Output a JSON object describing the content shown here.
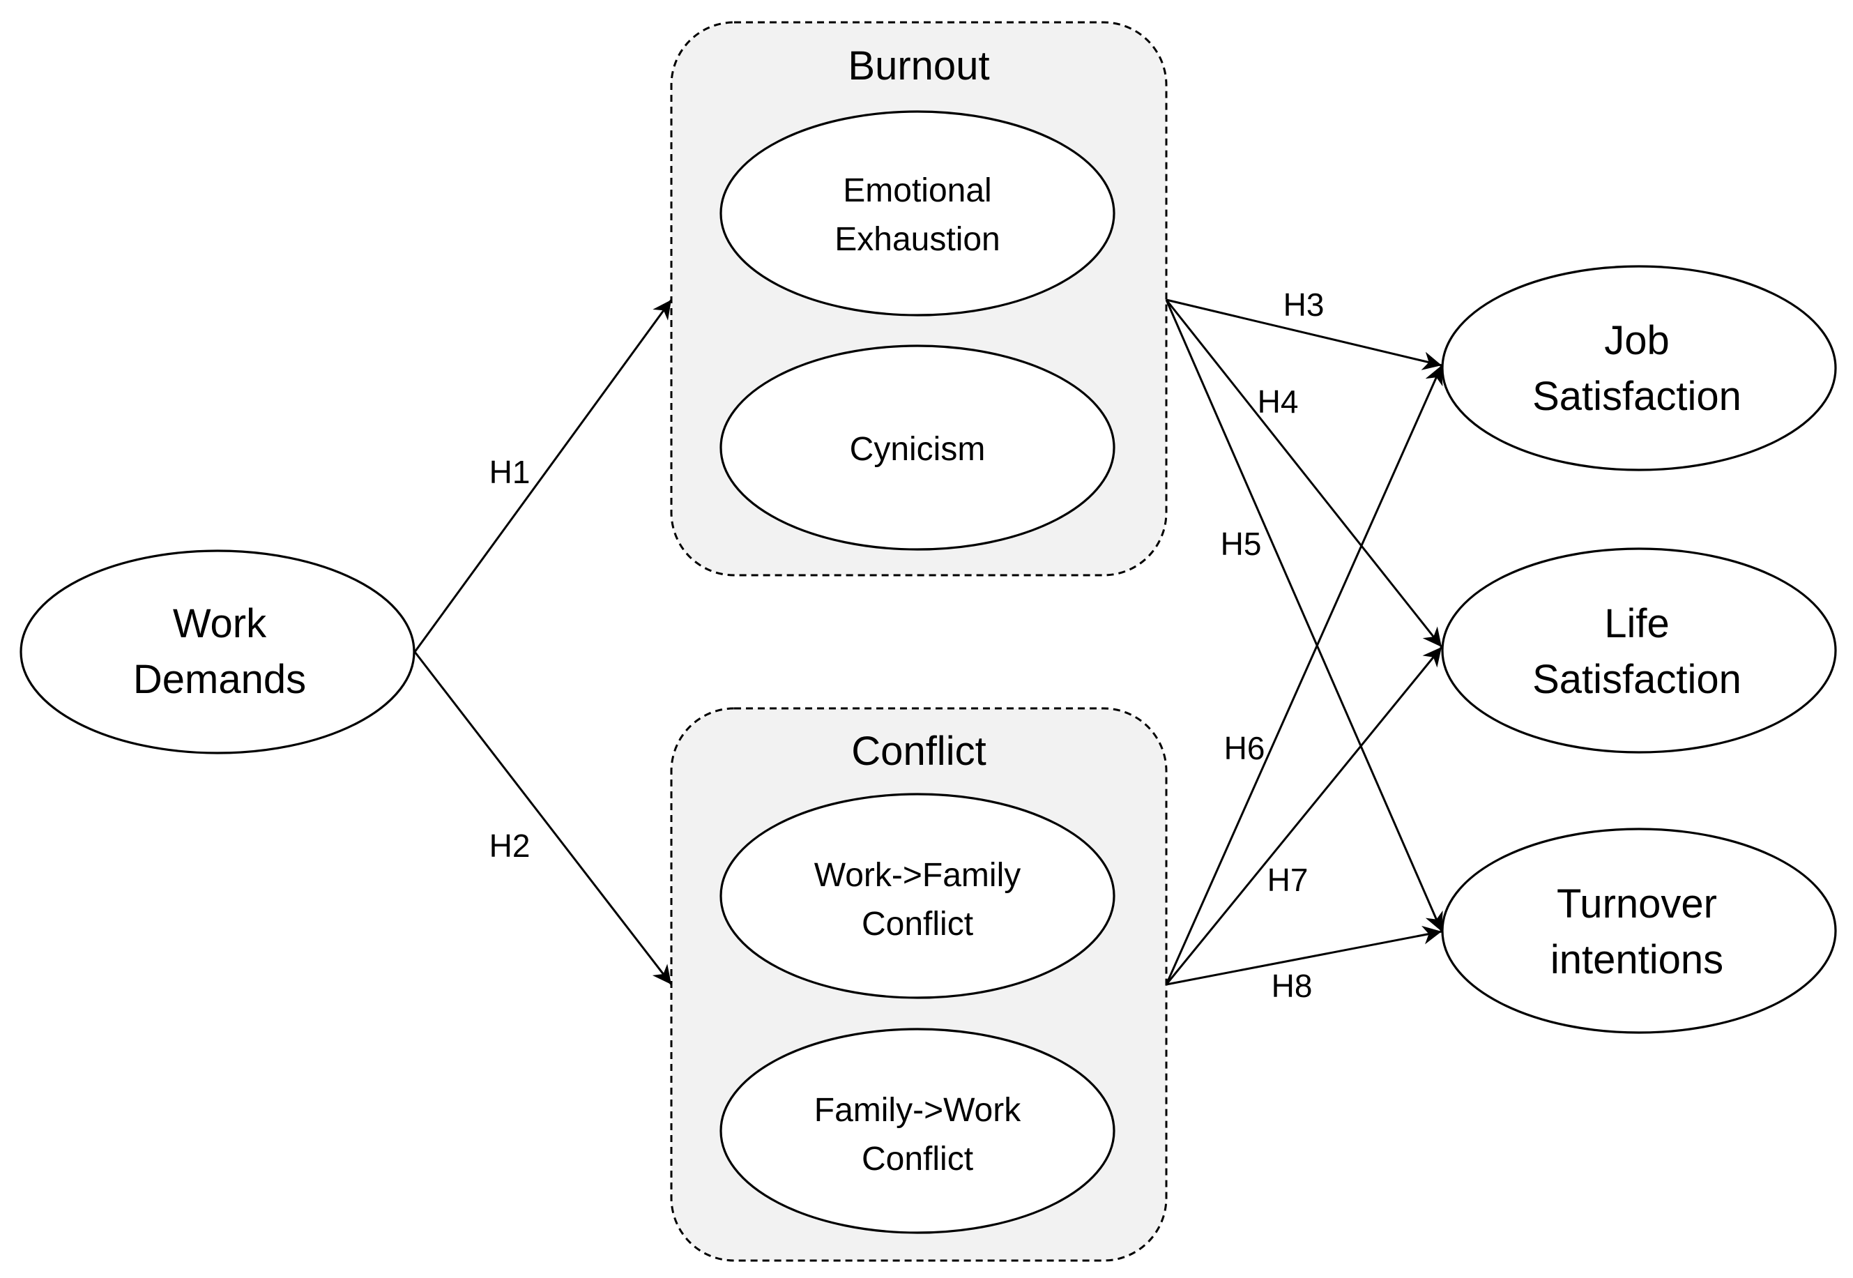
{
  "groups": {
    "burnout": {
      "title": "Burnout"
    },
    "conflict": {
      "title": "Conflict"
    }
  },
  "nodes": {
    "work_demands": {
      "line1": "Work",
      "line2": "Demands"
    },
    "emotional_exhaustion": {
      "line1": "Emotional",
      "line2": "Exhaustion"
    },
    "cynicism": {
      "line1": "Cynicism"
    },
    "work_family_conflict": {
      "line1": "Work->Family",
      "line2": "Conflict"
    },
    "family_work_conflict": {
      "line1": "Family->Work",
      "line2": "Conflict"
    },
    "job_satisfaction": {
      "line1": "Job",
      "line2": "Satisfaction"
    },
    "life_satisfaction": {
      "line1": "Life",
      "line2": "Satisfaction"
    },
    "turnover_intentions": {
      "line1": "Turnover",
      "line2": "intentions"
    }
  },
  "edges": {
    "h1": {
      "label": "H1",
      "from": "Work Demands",
      "to": "Burnout"
    },
    "h2": {
      "label": "H2",
      "from": "Work Demands",
      "to": "Conflict"
    },
    "h3": {
      "label": "H3",
      "from": "Burnout",
      "to": "Job Satisfaction"
    },
    "h4": {
      "label": "H4",
      "from": "Burnout",
      "to": "Life Satisfaction"
    },
    "h5": {
      "label": "H5",
      "from": "Burnout",
      "to": "Turnover intentions"
    },
    "h6": {
      "label": "H6",
      "from": "Conflict",
      "to": "Job Satisfaction"
    },
    "h7": {
      "label": "H7",
      "from": "Conflict",
      "to": "Life Satisfaction"
    },
    "h8": {
      "label": "H8",
      "from": "Conflict",
      "to": "Turnover intentions"
    }
  }
}
